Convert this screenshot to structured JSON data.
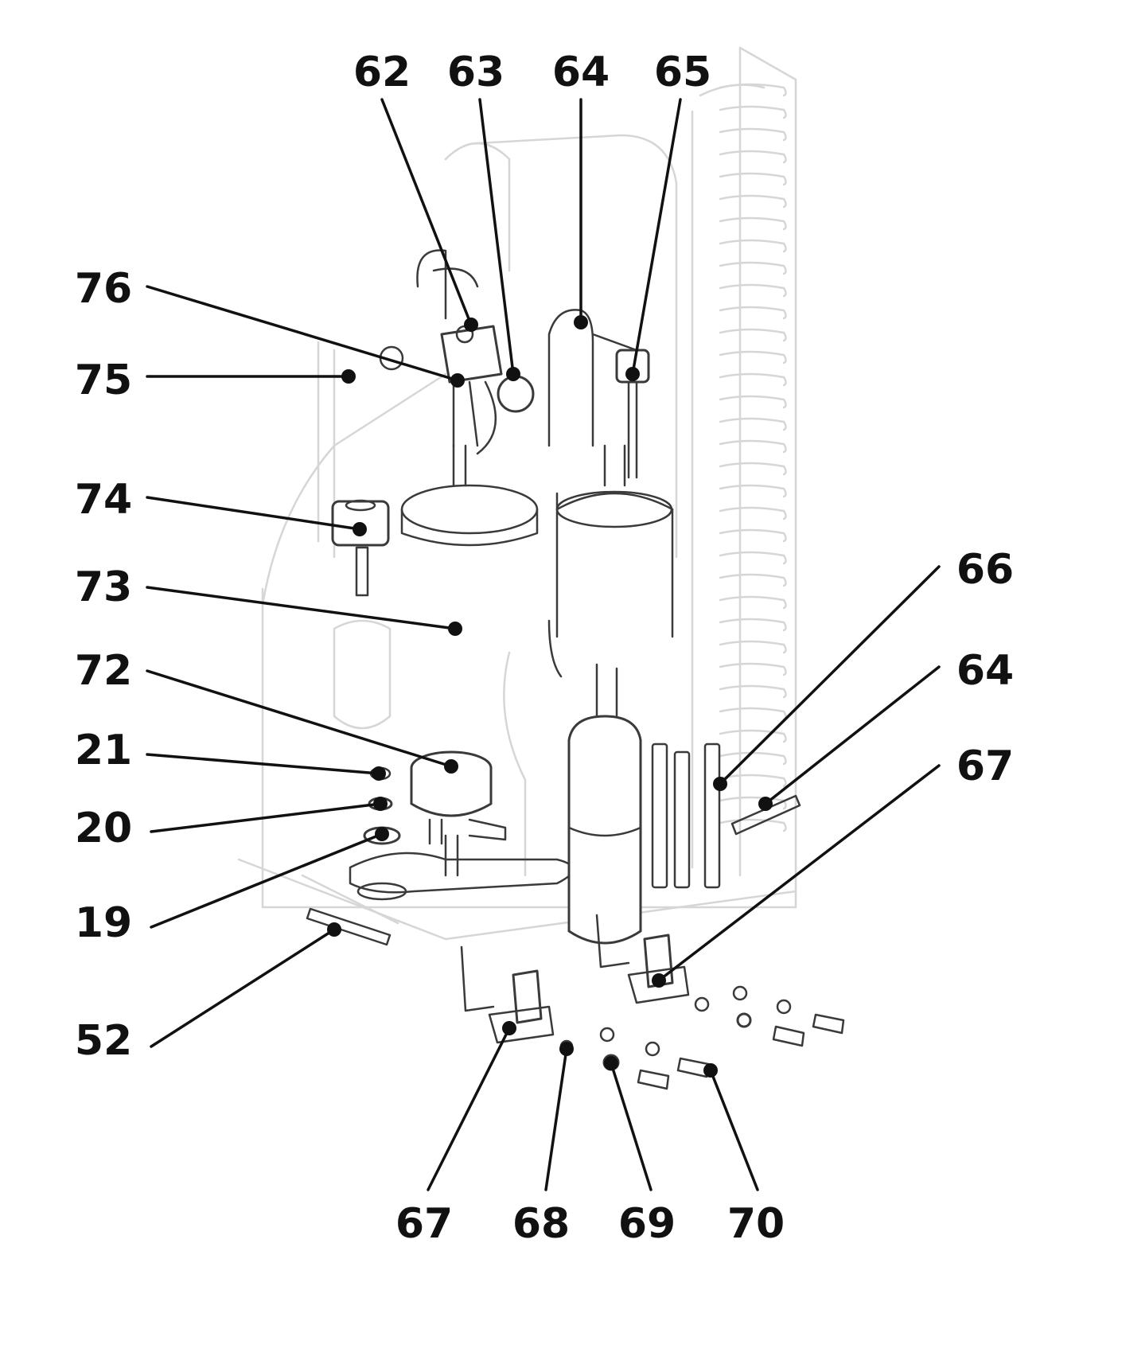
{
  "callouts": [
    {
      "id": "c62",
      "label": "62"
    },
    {
      "id": "c63",
      "label": "63"
    },
    {
      "id": "c64a",
      "label": "64"
    },
    {
      "id": "c65",
      "label": "65"
    },
    {
      "id": "c76",
      "label": "76"
    },
    {
      "id": "c75",
      "label": "75"
    },
    {
      "id": "c74",
      "label": "74"
    },
    {
      "id": "c73",
      "label": "73"
    },
    {
      "id": "c72",
      "label": "72"
    },
    {
      "id": "c21",
      "label": "21"
    },
    {
      "id": "c20",
      "label": "20"
    },
    {
      "id": "c19",
      "label": "19"
    },
    {
      "id": "c52",
      "label": "52"
    },
    {
      "id": "c66",
      "label": "66"
    },
    {
      "id": "c64b",
      "label": "64"
    },
    {
      "id": "c67a",
      "label": "67"
    },
    {
      "id": "c67b",
      "label": "67"
    },
    {
      "id": "c68",
      "label": "68"
    },
    {
      "id": "c69",
      "label": "69"
    },
    {
      "id": "c70",
      "label": "70"
    }
  ]
}
